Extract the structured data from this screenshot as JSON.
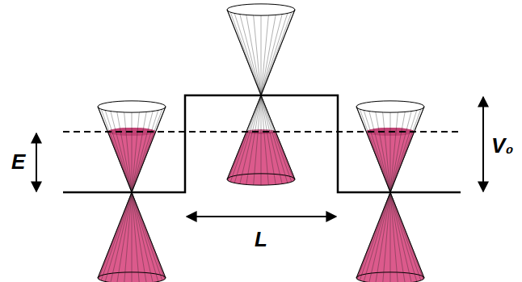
{
  "diagram": {
    "labels": [
      "E",
      "V₀",
      "L"
    ]
  }
}
